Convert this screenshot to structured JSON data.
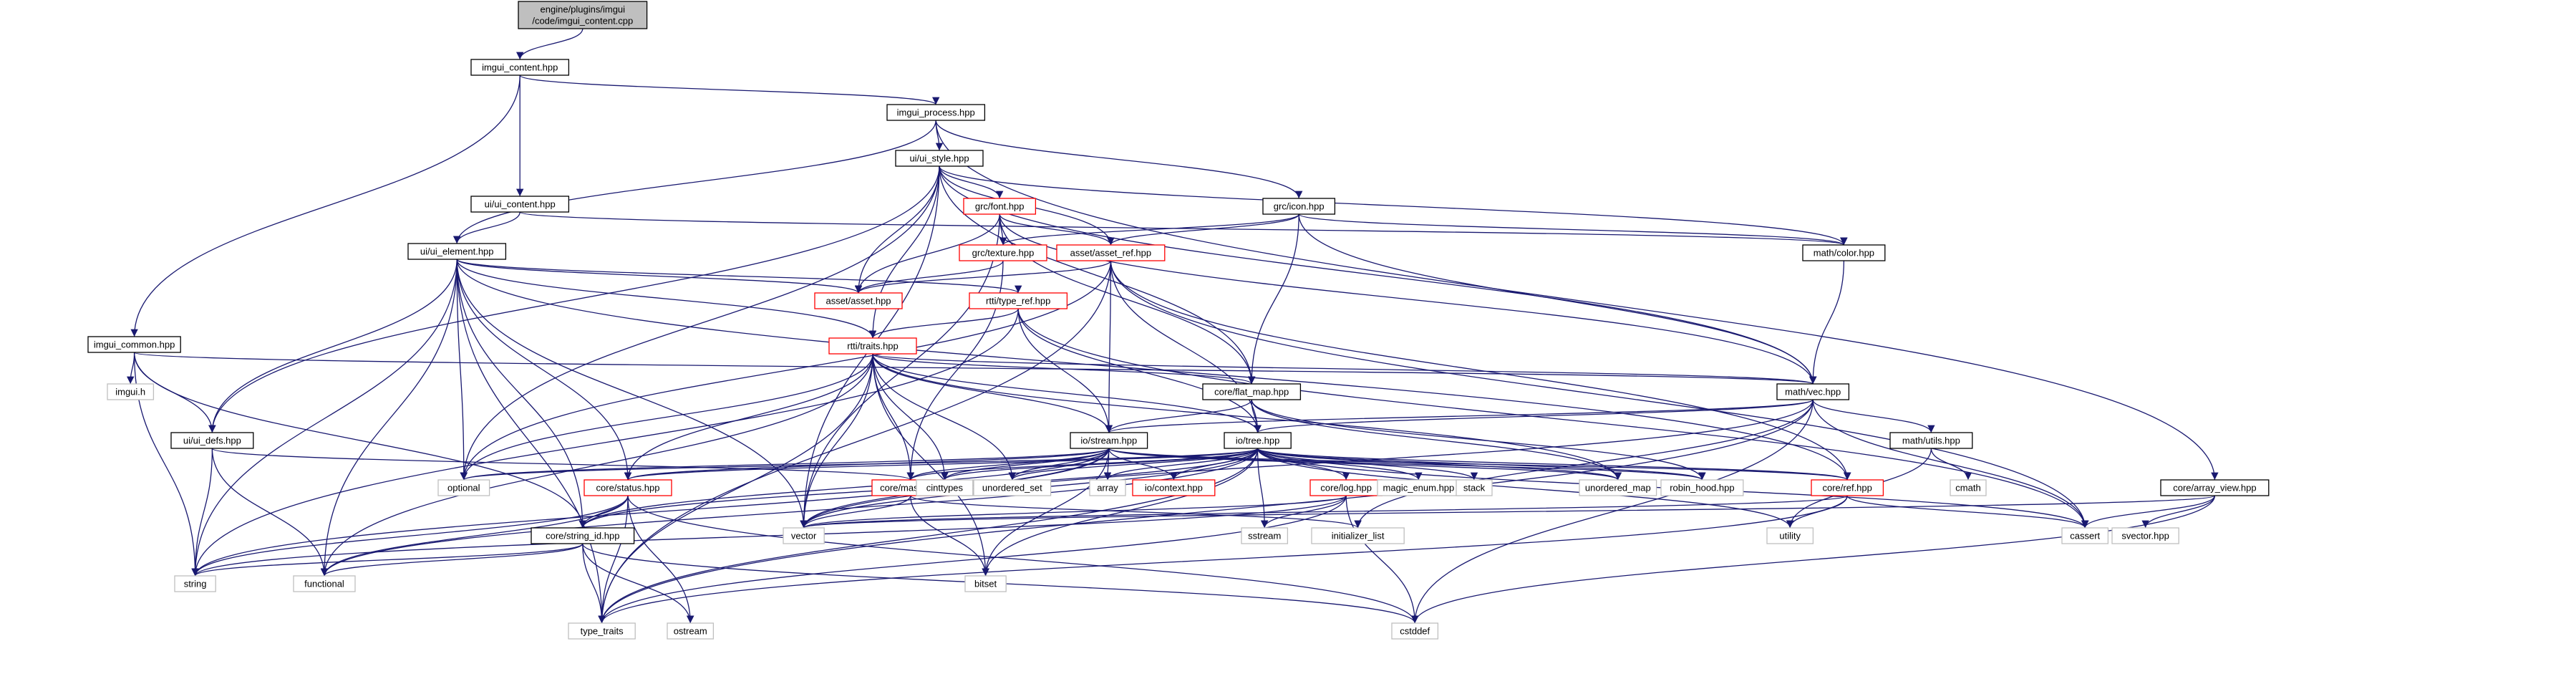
{
  "colors": {
    "edge": "#191970",
    "node_border_black": "#000000",
    "node_border_red": "#ff0000",
    "node_border_gray": "#bfbfbf",
    "node_fill": "#ffffff",
    "root_fill": "#bfbfbf",
    "text": "#000000"
  },
  "nodes": [
    {
      "id": "root",
      "label": "engine/plugins/imgui\n/code/imgui_content.cpp",
      "style": "root"
    },
    {
      "id": "imgui_content",
      "label": "imgui_content.hpp",
      "style": "black"
    },
    {
      "id": "imgui_process",
      "label": "imgui_process.hpp",
      "style": "black"
    },
    {
      "id": "imgui_common",
      "label": "imgui_common.hpp",
      "style": "black"
    },
    {
      "id": "imgui_h",
      "label": "imgui.h",
      "style": "gray"
    },
    {
      "id": "ui_content",
      "label": "ui/ui_content.hpp",
      "style": "black"
    },
    {
      "id": "ui_style",
      "label": "ui/ui_style.hpp",
      "style": "black"
    },
    {
      "id": "ui_element",
      "label": "ui/ui_element.hpp",
      "style": "black"
    },
    {
      "id": "ui_defs",
      "label": "ui/ui_defs.hpp",
      "style": "black"
    },
    {
      "id": "grc_font",
      "label": "grc/font.hpp",
      "style": "red"
    },
    {
      "id": "grc_icon",
      "label": "grc/icon.hpp",
      "style": "black"
    },
    {
      "id": "grc_texture",
      "label": "grc/texture.hpp",
      "style": "red"
    },
    {
      "id": "asset_ref",
      "label": "asset/asset_ref.hpp",
      "style": "red"
    },
    {
      "id": "asset_asset",
      "label": "asset/asset.hpp",
      "style": "red"
    },
    {
      "id": "math_color",
      "label": "math/color.hpp",
      "style": "black"
    },
    {
      "id": "rtti_type_ref",
      "label": "rtti/type_ref.hpp",
      "style": "red"
    },
    {
      "id": "rtti_traits",
      "label": "rtti/traits.hpp",
      "style": "red"
    },
    {
      "id": "core_flat_map",
      "label": "core/flat_map.hpp",
      "style": "black"
    },
    {
      "id": "math_vec",
      "label": "math/vec.hpp",
      "style": "black"
    },
    {
      "id": "io_stream",
      "label": "io/stream.hpp",
      "style": "black"
    },
    {
      "id": "io_tree",
      "label": "io/tree.hpp",
      "style": "black"
    },
    {
      "id": "math_utils",
      "label": "math/utils.hpp",
      "style": "black"
    },
    {
      "id": "core_array_view",
      "label": "core/array_view.hpp",
      "style": "black"
    },
    {
      "id": "optional",
      "label": "optional",
      "style": "gray"
    },
    {
      "id": "core_status",
      "label": "core/status.hpp",
      "style": "red"
    },
    {
      "id": "core_mask",
      "label": "core/mask.hpp",
      "style": "red"
    },
    {
      "id": "cinttypes",
      "label": "cinttypes",
      "style": "gray"
    },
    {
      "id": "unordered_set",
      "label": "unordered_set",
      "style": "gray"
    },
    {
      "id": "array",
      "label": "array",
      "style": "gray"
    },
    {
      "id": "io_context",
      "label": "io/context.hpp",
      "style": "red"
    },
    {
      "id": "core_log",
      "label": "core/log.hpp",
      "style": "red"
    },
    {
      "id": "magic_enum",
      "label": "magic_enum.hpp",
      "style": "gray"
    },
    {
      "id": "stack",
      "label": "stack",
      "style": "gray"
    },
    {
      "id": "unordered_map",
      "label": "unordered_map",
      "style": "gray"
    },
    {
      "id": "robin_hood",
      "label": "robin_hood.hpp",
      "style": "gray"
    },
    {
      "id": "core_ref",
      "label": "core/ref.hpp",
      "style": "red"
    },
    {
      "id": "cmath",
      "label": "cmath",
      "style": "gray"
    },
    {
      "id": "core_string_id",
      "label": "core/string_id.hpp",
      "style": "black"
    },
    {
      "id": "vector",
      "label": "vector",
      "style": "gray"
    },
    {
      "id": "bitset",
      "label": "bitset",
      "style": "gray"
    },
    {
      "id": "sstream",
      "label": "sstream",
      "style": "gray"
    },
    {
      "id": "initializer_list",
      "label": "initializer_list",
      "style": "gray"
    },
    {
      "id": "utility",
      "label": "utility",
      "style": "gray"
    },
    {
      "id": "cassert",
      "label": "cassert",
      "style": "gray"
    },
    {
      "id": "svector",
      "label": "svector.hpp",
      "style": "gray"
    },
    {
      "id": "string",
      "label": "string",
      "style": "gray"
    },
    {
      "id": "functional",
      "label": "functional",
      "style": "gray"
    },
    {
      "id": "type_traits",
      "label": "type_traits",
      "style": "gray"
    },
    {
      "id": "ostream",
      "label": "ostream",
      "style": "gray"
    },
    {
      "id": "cstddef",
      "label": "cstddef",
      "style": "gray"
    }
  ],
  "edges": [
    [
      "root",
      "imgui_content"
    ],
    [
      "imgui_content",
      "imgui_process"
    ],
    [
      "imgui_content",
      "imgui_common"
    ],
    [
      "imgui_content",
      "ui_content"
    ],
    [
      "imgui_process",
      "ui_style"
    ],
    [
      "imgui_process",
      "ui_element"
    ],
    [
      "imgui_process",
      "grc_icon"
    ],
    [
      "imgui_process",
      "core_array_view"
    ],
    [
      "imgui_common",
      "imgui_h"
    ],
    [
      "imgui_common",
      "ui_defs"
    ],
    [
      "imgui_common",
      "math_vec"
    ],
    [
      "imgui_common",
      "core_string_id"
    ],
    [
      "imgui_common",
      "string"
    ],
    [
      "ui_content",
      "ui_element"
    ],
    [
      "ui_content",
      "math_color"
    ],
    [
      "ui_style",
      "grc_font"
    ],
    [
      "ui_style",
      "asset_ref"
    ],
    [
      "ui_style",
      "asset_asset"
    ],
    [
      "ui_style",
      "math_color"
    ],
    [
      "ui_style",
      "rtti_traits"
    ],
    [
      "ui_style",
      "core_flat_map"
    ],
    [
      "ui_style",
      "math_vec"
    ],
    [
      "ui_style",
      "ui_defs"
    ],
    [
      "ui_style",
      "optional"
    ],
    [
      "ui_style",
      "vector"
    ],
    [
      "ui_element",
      "ui_defs"
    ],
    [
      "ui_element",
      "asset_asset"
    ],
    [
      "ui_element",
      "rtti_type_ref"
    ],
    [
      "ui_element",
      "rtti_traits"
    ],
    [
      "ui_element",
      "core_ref"
    ],
    [
      "ui_element",
      "optional"
    ],
    [
      "ui_element",
      "core_status"
    ],
    [
      "ui_element",
      "core_string_id"
    ],
    [
      "ui_element",
      "vector"
    ],
    [
      "ui_element",
      "string"
    ],
    [
      "ui_element",
      "functional"
    ],
    [
      "ui_element",
      "type_traits"
    ],
    [
      "ui_defs",
      "core_mask"
    ],
    [
      "ui_defs",
      "string"
    ],
    [
      "ui_defs",
      "functional"
    ],
    [
      "grc_font",
      "grc_texture"
    ],
    [
      "grc_font",
      "asset_ref"
    ],
    [
      "grc_font",
      "asset_asset"
    ],
    [
      "grc_font",
      "math_vec"
    ],
    [
      "grc_font",
      "core_flat_map"
    ],
    [
      "grc_font",
      "vector"
    ],
    [
      "grc_icon",
      "grc_texture"
    ],
    [
      "grc_icon",
      "asset_ref"
    ],
    [
      "grc_icon",
      "math_color"
    ],
    [
      "grc_icon",
      "math_vec"
    ],
    [
      "grc_icon",
      "core_flat_map"
    ],
    [
      "grc_texture",
      "asset_asset"
    ],
    [
      "grc_texture",
      "core_mask"
    ],
    [
      "asset_ref",
      "asset_asset"
    ],
    [
      "asset_ref",
      "io_stream"
    ],
    [
      "asset_ref",
      "io_tree"
    ],
    [
      "asset_ref",
      "core_ref"
    ],
    [
      "asset_ref",
      "cassert"
    ],
    [
      "asset_ref",
      "optional"
    ],
    [
      "asset_ref",
      "type_traits"
    ],
    [
      "math_color",
      "math_vec"
    ],
    [
      "rtti_type_ref",
      "rtti_traits"
    ],
    [
      "rtti_type_ref",
      "io_stream"
    ],
    [
      "rtti_type_ref",
      "io_tree"
    ],
    [
      "rtti_type_ref",
      "cassert"
    ],
    [
      "rtti_type_ref",
      "string"
    ],
    [
      "rtti_traits",
      "core_flat_map"
    ],
    [
      "rtti_traits",
      "math_vec"
    ],
    [
      "rtti_traits",
      "io_stream"
    ],
    [
      "rtti_traits",
      "io_tree"
    ],
    [
      "rtti_traits",
      "optional"
    ],
    [
      "rtti_traits",
      "core_status"
    ],
    [
      "rtti_traits",
      "core_mask"
    ],
    [
      "rtti_traits",
      "cinttypes"
    ],
    [
      "rtti_traits",
      "unordered_set"
    ],
    [
      "rtti_traits",
      "vector"
    ],
    [
      "rtti_traits",
      "bitset"
    ],
    [
      "rtti_traits",
      "unordered_map"
    ],
    [
      "rtti_traits",
      "type_traits"
    ],
    [
      "rtti_traits",
      "functional"
    ],
    [
      "core_flat_map",
      "io_stream"
    ],
    [
      "core_flat_map",
      "io_tree"
    ],
    [
      "core_flat_map",
      "robin_hood"
    ],
    [
      "core_flat_map",
      "unordered_map"
    ],
    [
      "math_vec",
      "math_utils"
    ],
    [
      "math_vec",
      "io_stream"
    ],
    [
      "math_vec",
      "io_tree"
    ],
    [
      "math_vec",
      "cassert"
    ],
    [
      "math_vec",
      "initializer_list"
    ],
    [
      "math_vec",
      "cstddef"
    ],
    [
      "math_vec",
      "type_traits"
    ],
    [
      "math_vec",
      "vector"
    ],
    [
      "math_utils",
      "cmath"
    ],
    [
      "math_utils",
      "utility"
    ],
    [
      "io_stream",
      "optional"
    ],
    [
      "io_stream",
      "core_status"
    ],
    [
      "io_stream",
      "core_mask"
    ],
    [
      "io_stream",
      "cinttypes"
    ],
    [
      "io_stream",
      "unordered_set"
    ],
    [
      "io_stream",
      "array"
    ],
    [
      "io_stream",
      "io_context"
    ],
    [
      "io_stream",
      "unordered_map"
    ],
    [
      "io_stream",
      "robin_hood"
    ],
    [
      "io_stream",
      "core_ref"
    ],
    [
      "io_stream",
      "vector"
    ],
    [
      "io_stream",
      "bitset"
    ],
    [
      "io_stream",
      "string"
    ],
    [
      "io_stream",
      "core_string_id"
    ],
    [
      "io_tree",
      "optional"
    ],
    [
      "io_tree",
      "core_status"
    ],
    [
      "io_tree",
      "core_mask"
    ],
    [
      "io_tree",
      "cinttypes"
    ],
    [
      "io_tree",
      "unordered_set"
    ],
    [
      "io_tree",
      "array"
    ],
    [
      "io_tree",
      "io_context"
    ],
    [
      "io_tree",
      "core_log"
    ],
    [
      "io_tree",
      "magic_enum"
    ],
    [
      "io_tree",
      "stack"
    ],
    [
      "io_tree",
      "unordered_map"
    ],
    [
      "io_tree",
      "robin_hood"
    ],
    [
      "io_tree",
      "core_ref"
    ],
    [
      "io_tree",
      "vector"
    ],
    [
      "io_tree",
      "bitset"
    ],
    [
      "io_tree",
      "sstream"
    ],
    [
      "io_tree",
      "utility"
    ],
    [
      "io_tree",
      "cassert"
    ],
    [
      "io_tree",
      "core_string_id"
    ],
    [
      "io_tree",
      "type_traits"
    ],
    [
      "io_tree",
      "functional"
    ],
    [
      "core_status",
      "core_string_id"
    ],
    [
      "core_status",
      "string"
    ],
    [
      "core_status",
      "functional"
    ],
    [
      "core_status",
      "type_traits"
    ],
    [
      "core_status",
      "ostream"
    ],
    [
      "core_status",
      "cstddef"
    ],
    [
      "core_mask",
      "vector"
    ],
    [
      "core_mask",
      "bitset"
    ],
    [
      "core_mask",
      "initializer_list"
    ],
    [
      "core_log",
      "vector"
    ],
    [
      "core_log",
      "sstream"
    ],
    [
      "core_log",
      "cstddef"
    ],
    [
      "core_log",
      "string"
    ],
    [
      "core_log",
      "type_traits"
    ],
    [
      "core_ref",
      "vector"
    ],
    [
      "core_ref",
      "utility"
    ],
    [
      "core_ref",
      "cassert"
    ],
    [
      "core_ref",
      "type_traits"
    ],
    [
      "core_string_id",
      "string"
    ],
    [
      "core_string_id",
      "functional"
    ],
    [
      "core_string_id",
      "type_traits"
    ],
    [
      "core_string_id",
      "ostream"
    ],
    [
      "core_string_id",
      "cstddef"
    ],
    [
      "core_array_view",
      "vector"
    ],
    [
      "core_array_view",
      "cassert"
    ],
    [
      "core_array_view",
      "svector"
    ],
    [
      "core_array_view",
      "cstddef"
    ]
  ]
}
